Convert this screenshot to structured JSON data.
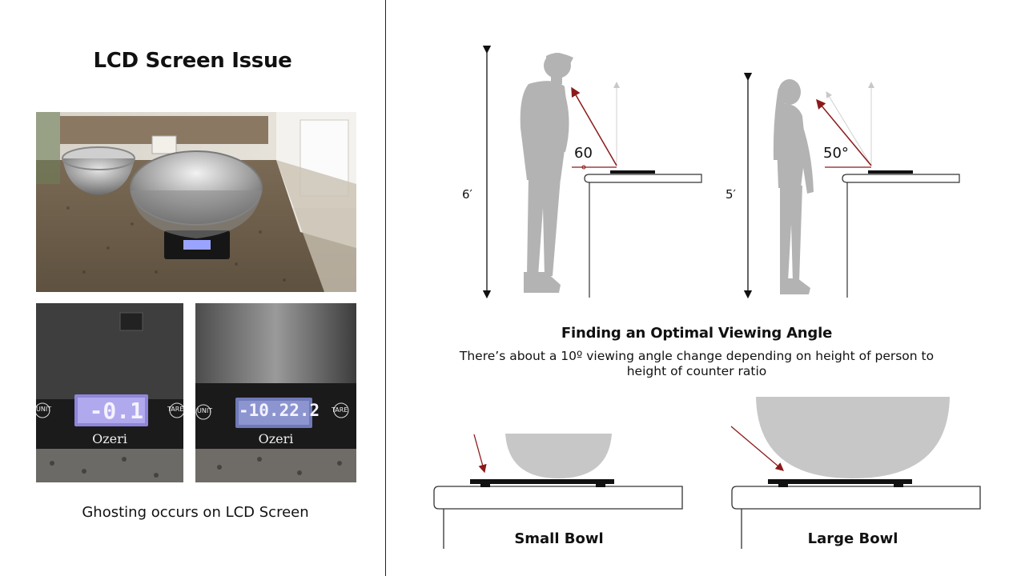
{
  "left_panel": {
    "title": "LCD Screen Issue",
    "caption": "Ghosting occurs on LCD Screen",
    "photos": {
      "scale_brand": "Ozeri",
      "unit_button": "UNIT",
      "tare_button": "TARE",
      "display_left": "-0.1",
      "display_right": "-10.22.2"
    }
  },
  "right_panel": {
    "figure_tall": {
      "height_label": "6′",
      "angle_label": "60"
    },
    "figure_short": {
      "height_label": "5′",
      "angle_label": "50°"
    },
    "heading": "Finding an Optimal Viewing Angle",
    "description": "There’s about a 10º viewing angle change depending on height of person to height of counter ratio",
    "bowls": {
      "small_label": "Small Bowl",
      "large_label": "Large Bowl"
    }
  },
  "colors": {
    "arrow_red": "#8b1a1a",
    "silhouette_gray": "#b3b3b3",
    "bowl_gray": "#c7c7c7",
    "lcd_blue": "#cfd6ff"
  }
}
